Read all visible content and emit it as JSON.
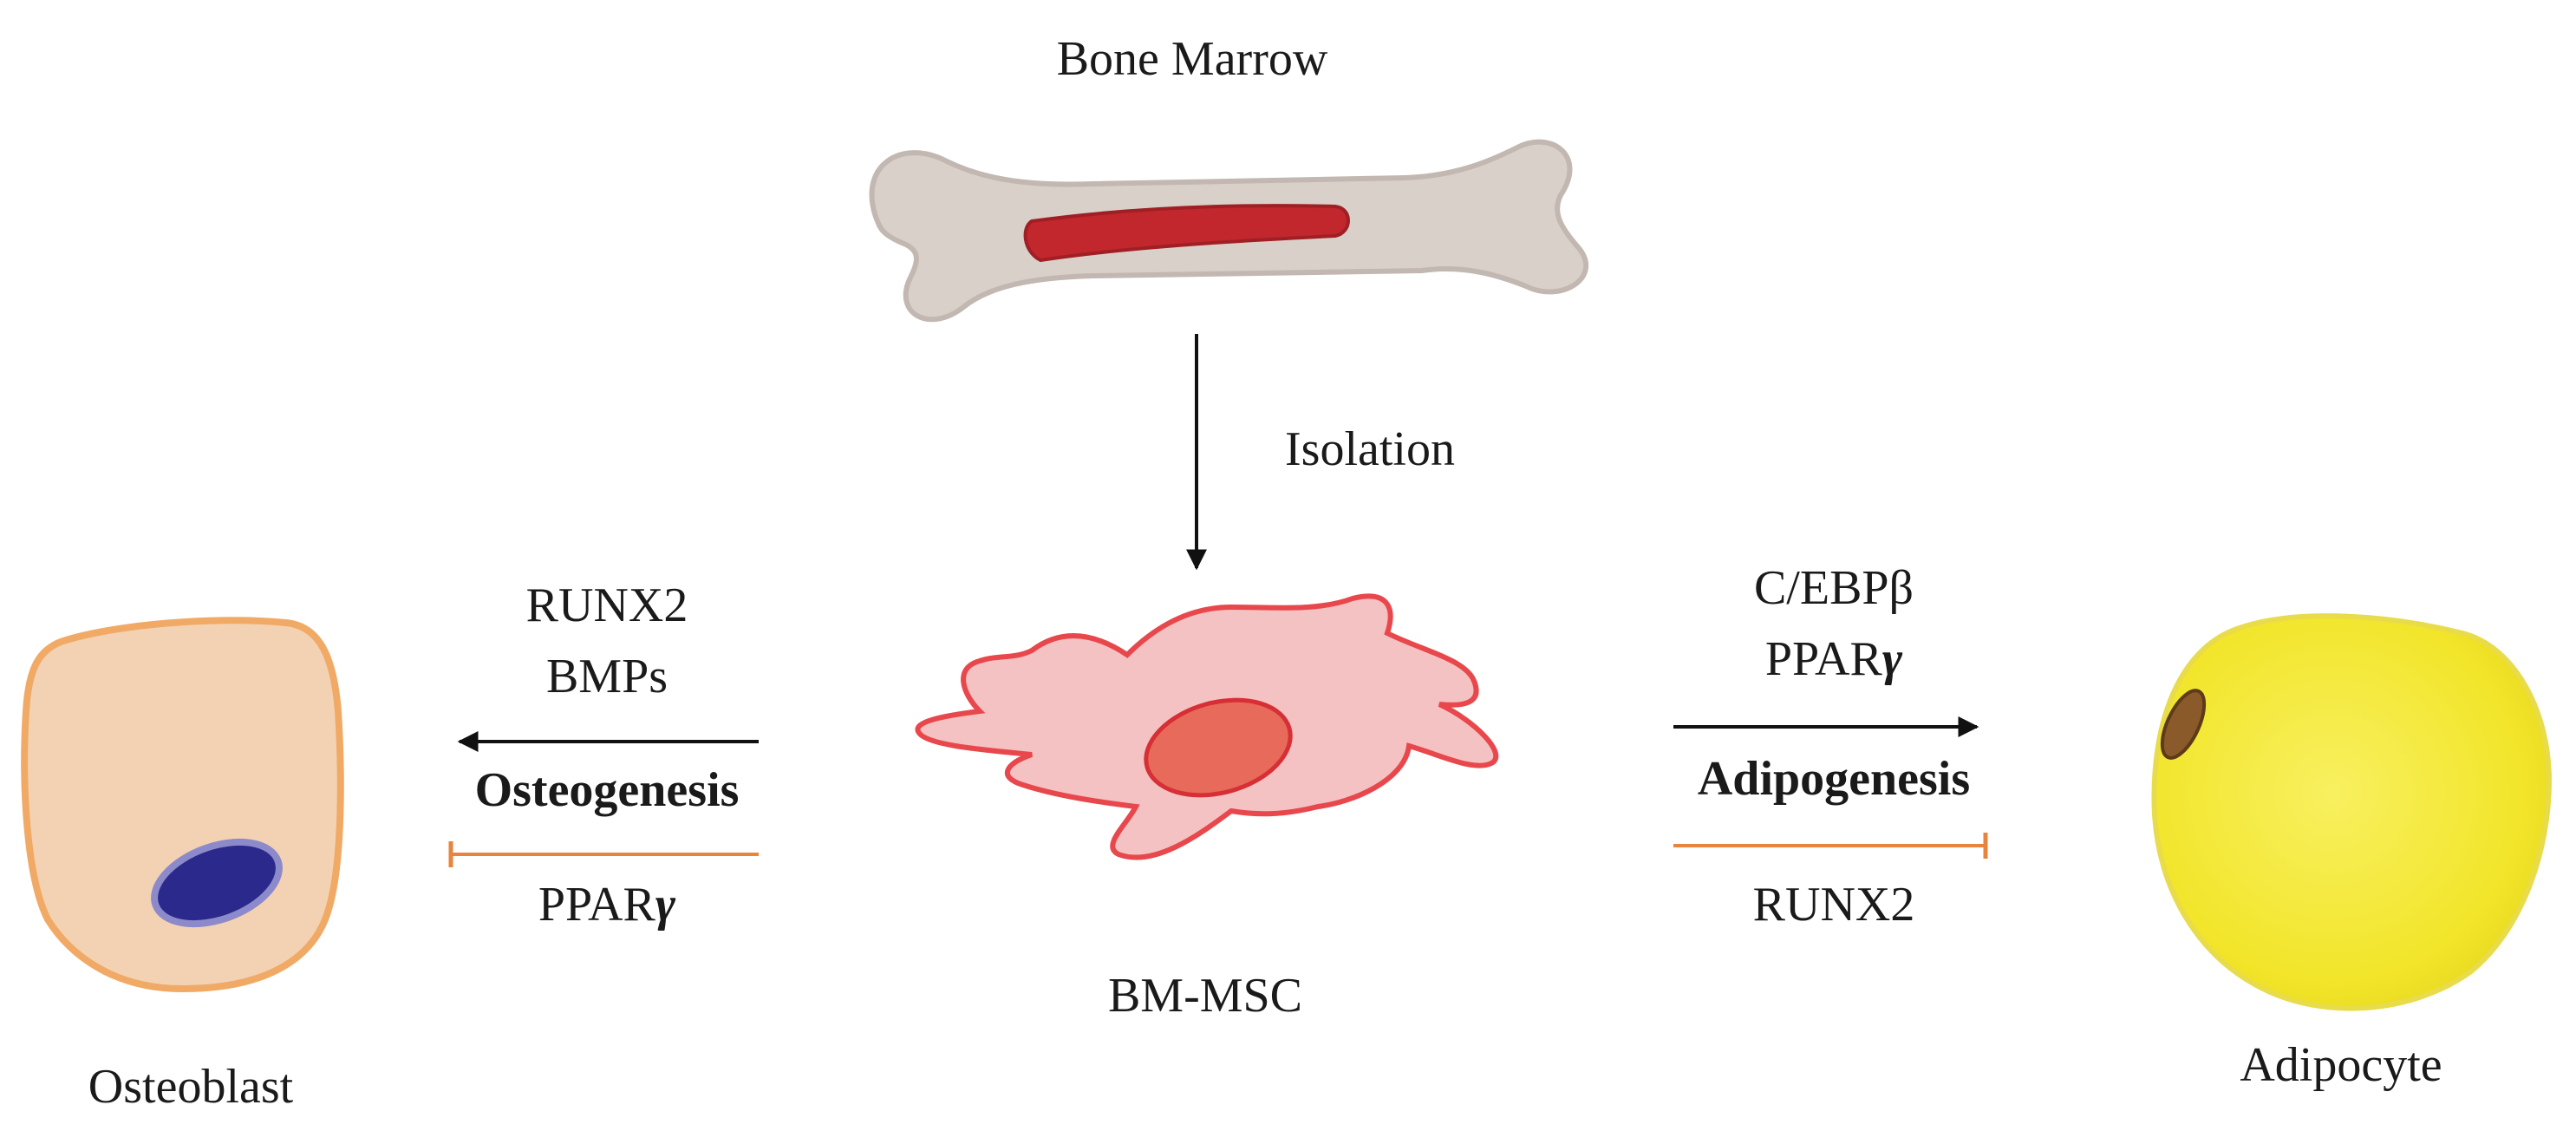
{
  "title": "Bone Marrow",
  "isolation_label": "Isolation",
  "center_cell_label": "BM-MSC",
  "left": {
    "promoter_1": "RUNX2",
    "promoter_2": "BMPs",
    "process": "Osteogenesis",
    "inhibitor_prefix": "PPAR",
    "inhibitor_symbol": "γ",
    "cell_label": "Osteoblast"
  },
  "right": {
    "promoter_1": "C/EBPβ",
    "promoter_2_prefix": "PPAR",
    "promoter_2_symbol": "γ",
    "process": "Adipogenesis",
    "inhibitor": "RUNX2",
    "cell_label": "Adipocyte"
  },
  "colors": {
    "bone": "#d8cfc9",
    "marrow": "#c1272d",
    "msc_body": "#f4c2c2",
    "msc_outline": "#e8474c",
    "msc_nucleus": "#e86a5a",
    "osteoblast_body": "#f3d2b3",
    "osteoblast_outline": "#f0aa66",
    "osteoblast_nucleus": "#2b2a8c",
    "adipocyte_body": "#f6ec2c",
    "adipocyte_nucleus": "#8b5a2b",
    "inhibition": "#e8843c"
  }
}
